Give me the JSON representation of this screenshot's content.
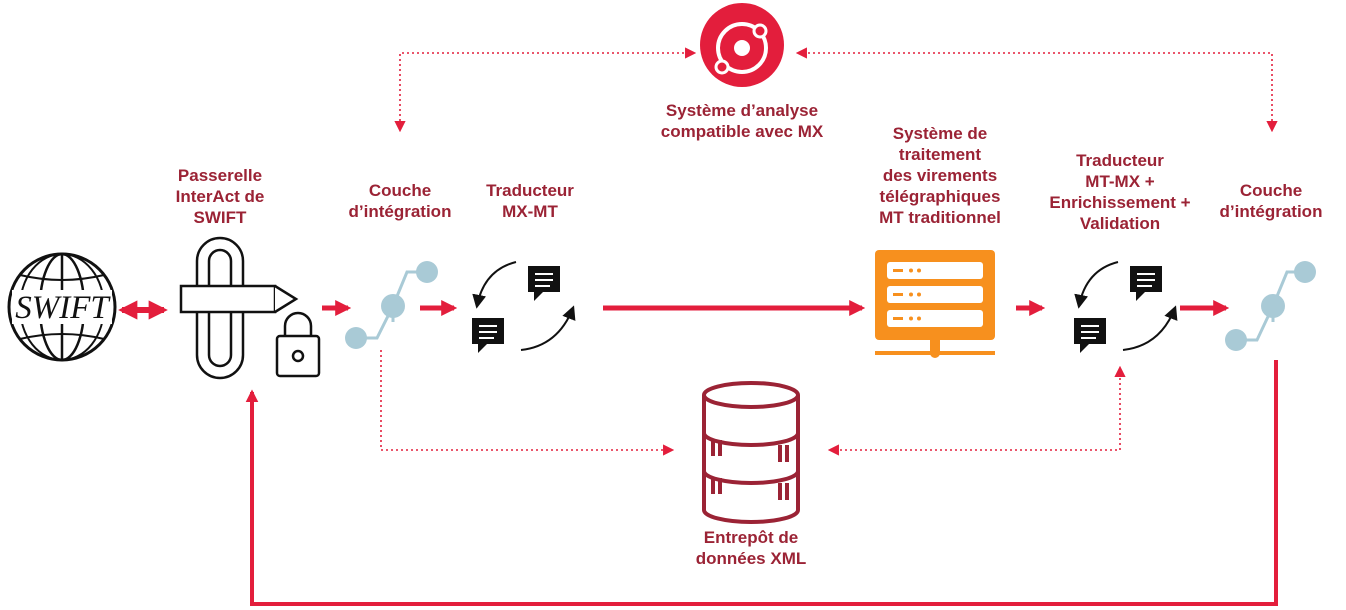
{
  "colors": {
    "accent": "#e31e3c",
    "label": "#9b2335",
    "server": "#f7901e",
    "node": "#a9cad6",
    "icon": "#111111"
  },
  "icons": {
    "swift": "swift-globe-logo",
    "gateway": "chain-link-lock-icon",
    "analytics": "analytics-orbit-icon",
    "integration": "network-nodes-icon",
    "translator": "message-exchange-icon",
    "server": "server-monitor-icon",
    "database": "database-cylinder-icon"
  },
  "swift_logo_text": "SWIFT",
  "labels": {
    "gateway": "Passerelle\nInterAct de\nSWIFT",
    "analytics": "Système d’analyse\ncompatible avec MX",
    "integration_left": "Couche\nd’intégration",
    "translator_left": "Traducteur\nMX-MT",
    "processing": "Système de\ntraitement\ndes virements\ntélégraphiques\nMT traditionnel",
    "translator_right": "Traducteur\nMT-MX +\nEnrichissement +\nValidation",
    "integration_right": "Couche\nd’intégration",
    "warehouse": "Entrepôt de\ndonnées XML"
  }
}
